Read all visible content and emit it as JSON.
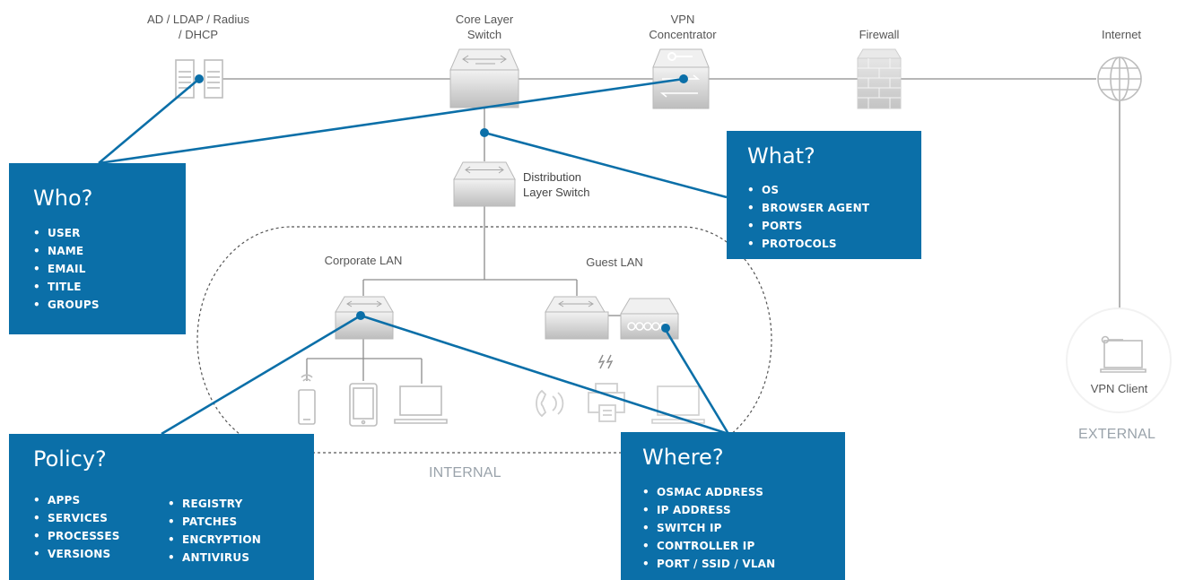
{
  "nodes": {
    "ad_ldap": "AD / LDAP / Radius\n/ DHCP",
    "core_switch": "Core Layer\nSwitch",
    "vpn_concentrator": "VPN\nConcentrator",
    "firewall": "Firewall",
    "internet": "Internet",
    "distribution_switch": "Distribution\nLayer Switch",
    "corporate_lan": "Corporate LAN",
    "guest_lan": "Guest LAN",
    "vpn_client": "VPN Client"
  },
  "zones": {
    "internal": "INTERNAL",
    "external": "EXTERNAL"
  },
  "boxes": {
    "who": {
      "title": "Who?",
      "items": [
        "USER",
        "NAME",
        "EMAIL",
        "TITLE",
        "GROUPS"
      ]
    },
    "what": {
      "title": "What?",
      "items": [
        "OS",
        "BROWSER AGENT",
        "PORTS",
        "PROTOCOLS"
      ]
    },
    "policy": {
      "title": "Policy?",
      "items_left": [
        "APPS",
        "SERVICES",
        "PROCESSES",
        "VERSIONS"
      ],
      "items_right": [
        "REGISTRY",
        "PATCHES",
        "ENCRYPTION",
        "ANTIVIRUS"
      ]
    },
    "where": {
      "title": "Where?",
      "items": [
        "OSMAC ADDRESS",
        "IP ADDRESS",
        "SWITCH IP",
        "CONTROLLER IP",
        "PORT / SSID / VLAN"
      ]
    }
  },
  "colors": {
    "accent": "#0b6fa8",
    "line_gray": "#8c8c8c",
    "device_gray": "#c9c9c9"
  },
  "icons": [
    "server-icon",
    "switch-icon",
    "vpn-concentrator-icon",
    "firewall-icon",
    "globe-icon",
    "mobile-wifi-icon",
    "tablet-icon",
    "laptop-icon",
    "wireless-controller-icon",
    "phone-wifi-icon",
    "printer-icon",
    "lightning-icon",
    "vpn-client-icon"
  ]
}
